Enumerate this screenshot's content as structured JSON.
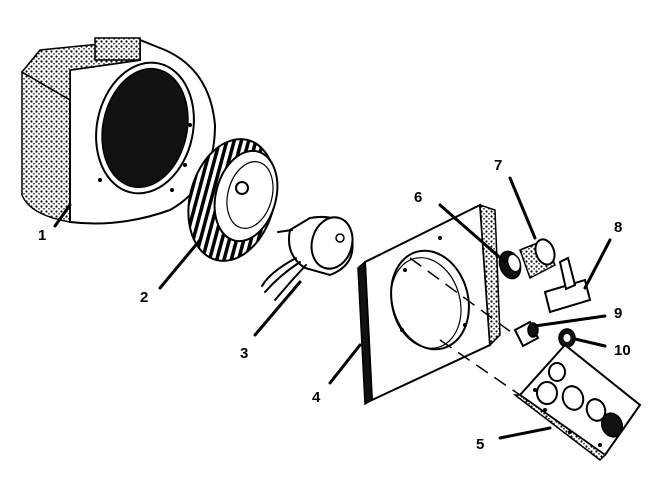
{
  "callouts": [
    {
      "number": "1"
    },
    {
      "number": "2"
    },
    {
      "number": "3"
    },
    {
      "number": "4"
    },
    {
      "number": "5"
    },
    {
      "number": "6"
    },
    {
      "number": "7"
    },
    {
      "number": "8"
    },
    {
      "number": "9"
    },
    {
      "number": "10"
    }
  ]
}
